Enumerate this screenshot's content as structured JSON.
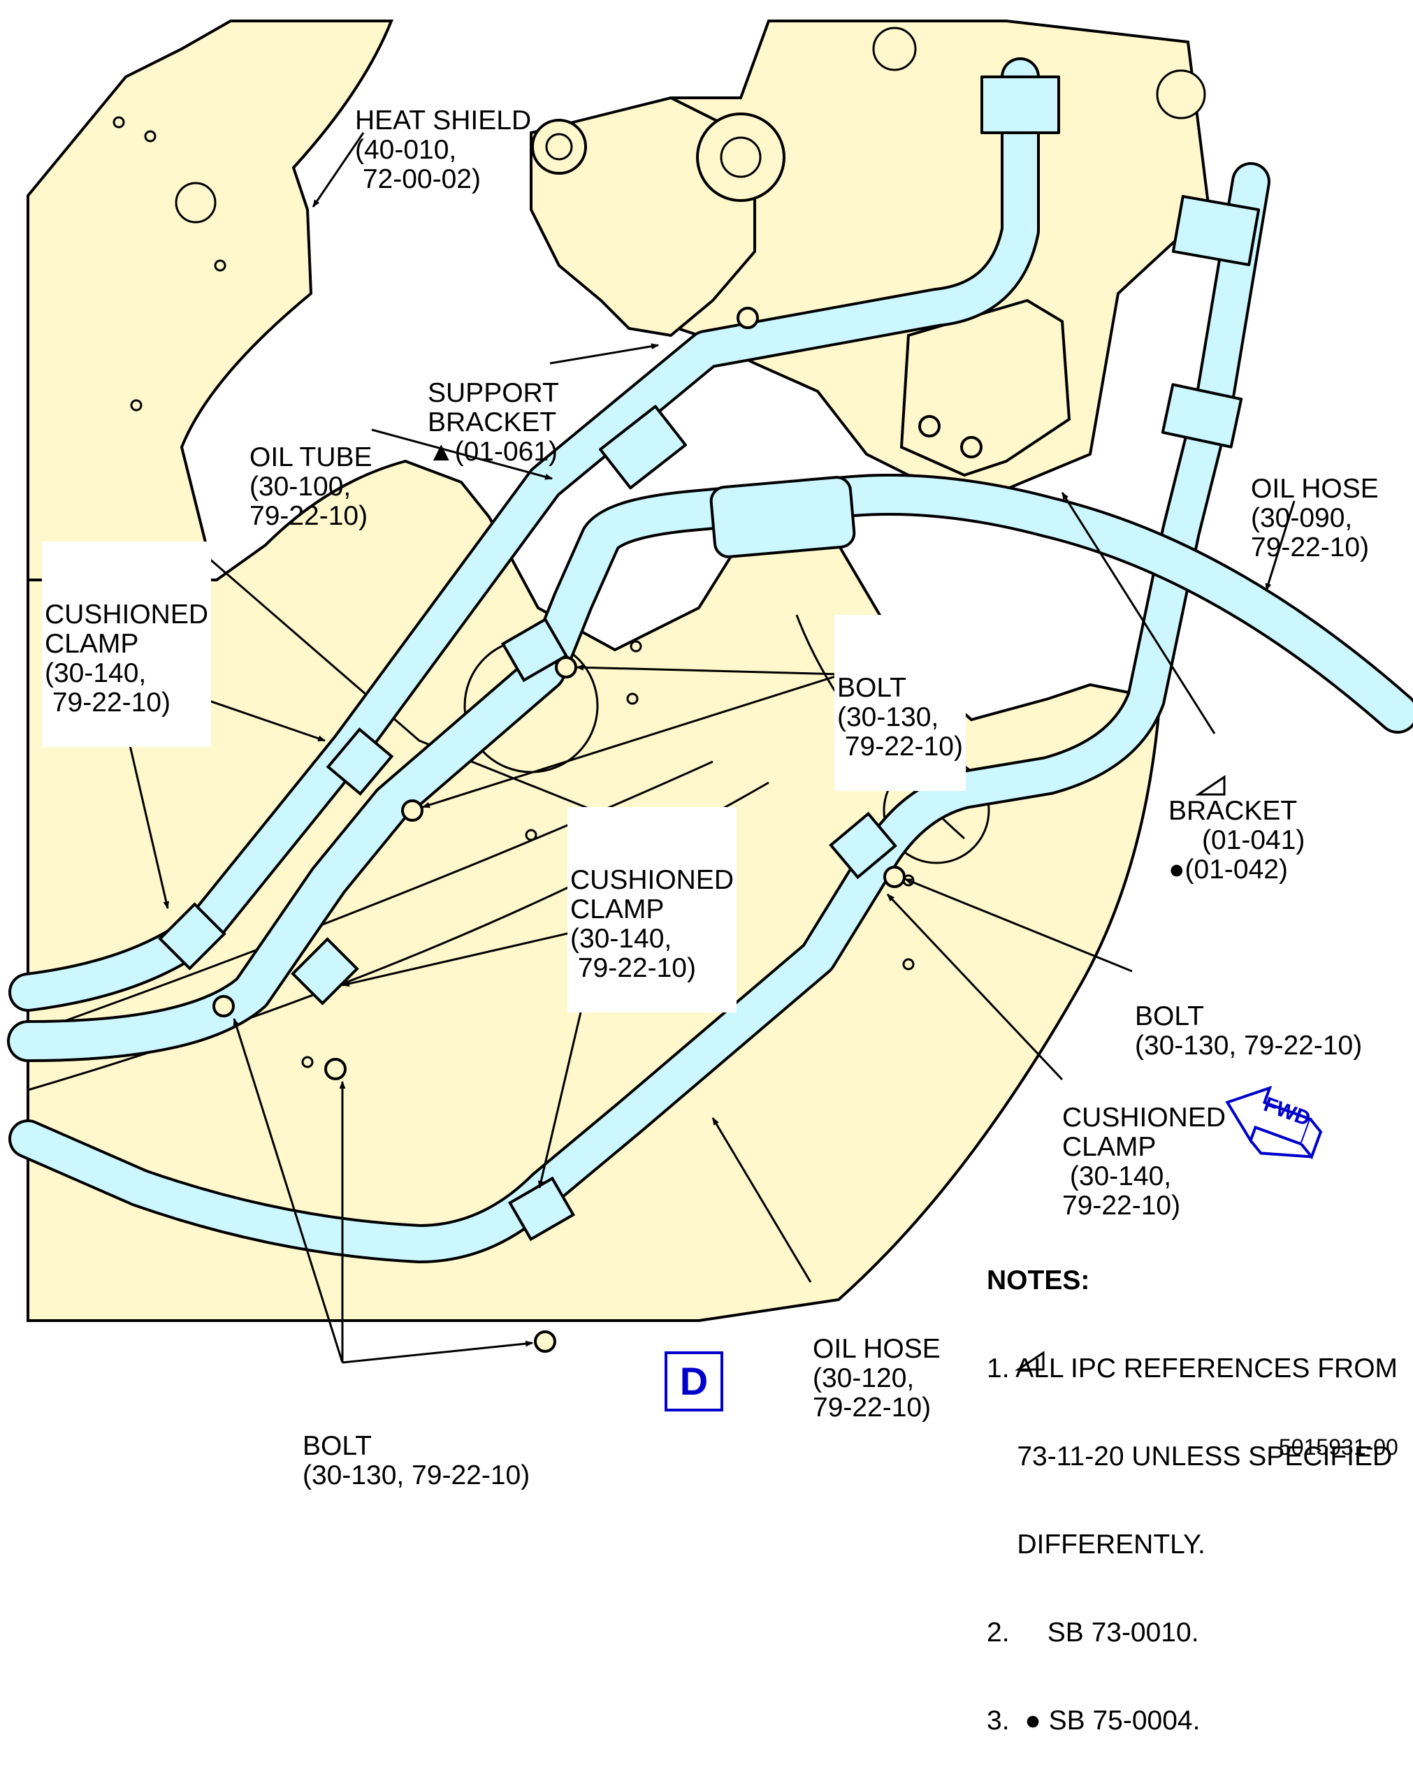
{
  "colors": {
    "engine": "#fff8cc",
    "hose": "#ccf7ff",
    "outline": "#000000",
    "fwd": "#0000cc"
  },
  "labels": {
    "heat_shield": [
      "HEAT SHIELD",
      "(40-010,",
      " 72-00-02)"
    ],
    "support_bracket": [
      "SUPPORT",
      "BRACKET",
      "▲(01-061)"
    ],
    "oil_tube": [
      "OIL TUBE",
      "(30-100,",
      "79-22-10)"
    ],
    "oil_hose_090": [
      "OIL HOSE",
      "(30-090,",
      "79-22-10)"
    ],
    "cushioned_clamp_left": [
      "CUSHIONED",
      "CLAMP",
      "(30-140,",
      " 79-22-10)"
    ],
    "bolt_upper": [
      "BOLT",
      "(30-130,",
      " 79-22-10)"
    ],
    "bracket": [
      "BRACKET",
      "(01-041)",
      "●(01-042)"
    ],
    "cushioned_clamp_mid": [
      "CUSHIONED",
      "CLAMP",
      "(30-140,",
      " 79-22-10)"
    ],
    "bolt_right": [
      "BOLT",
      "(30-130, 79-22-10)"
    ],
    "cushioned_clamp_right": [
      "CUSHIONED",
      "CLAMP",
      " (30-140,",
      "79-22-10)"
    ],
    "oil_hose_120": [
      "OIL HOSE",
      "(30-120,",
      "79-22-10)"
    ],
    "bolt_bottom": [
      "BOLT",
      "(30-130, 79-22-10)"
    ]
  },
  "notes": {
    "title": "NOTES:",
    "items": [
      "1. ALL IPC REFERENCES FROM",
      "    73-11-20 UNLESS SPECIFIED",
      "    DIFFERENTLY.",
      "2.     SB 73-0010.",
      "3.  ● SB 75-0004."
    ]
  },
  "fwd_arrow": "FWD",
  "view_letter": "D",
  "document_number": "5015931-00"
}
